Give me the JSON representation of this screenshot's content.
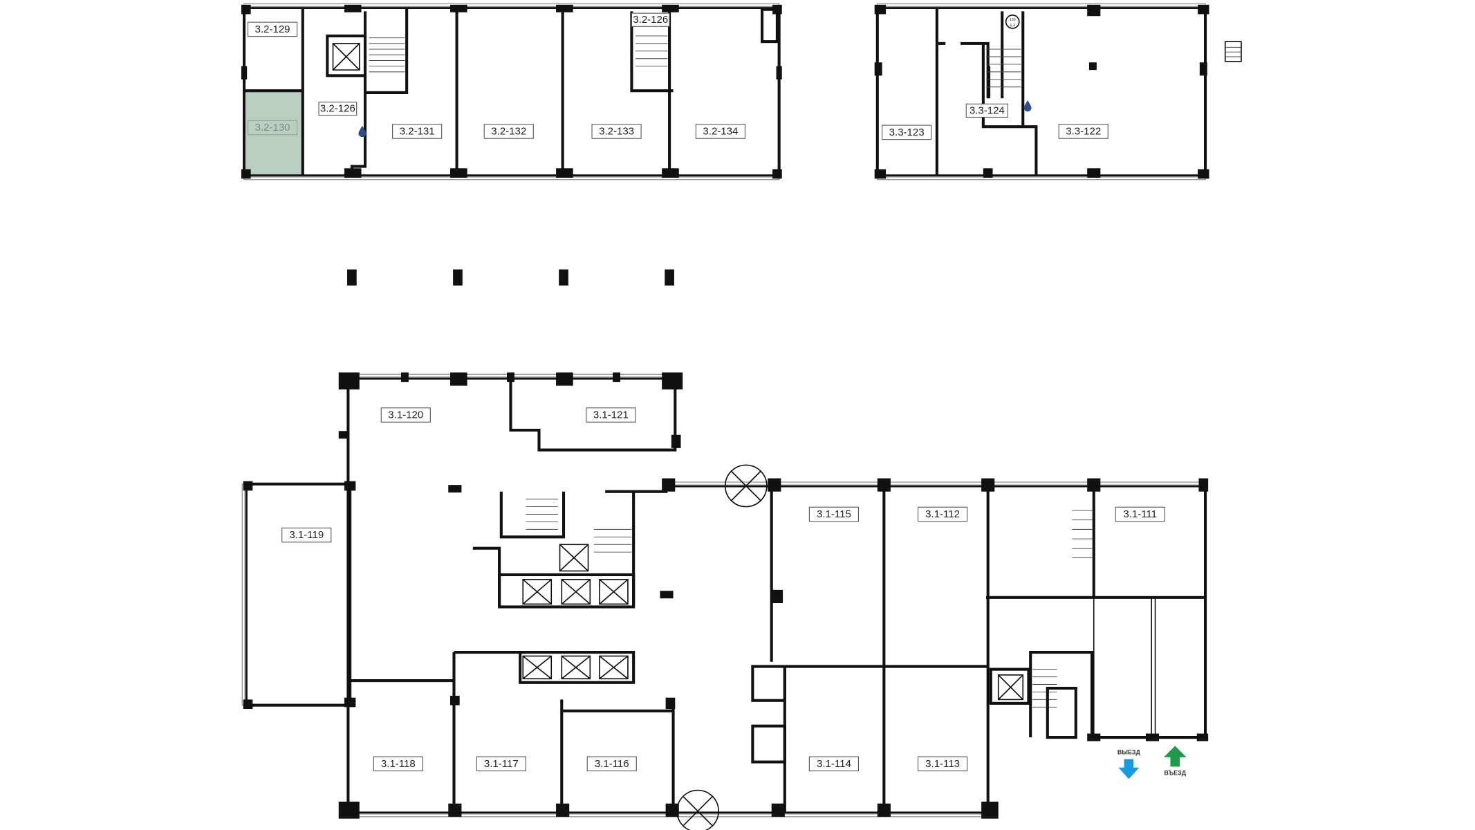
{
  "floor_plan": {
    "colors": {
      "selected_unit": "#b9cfc2",
      "exit_arrow": "#1a9be0",
      "entry_arrow": "#1e9a48",
      "wall": "#111111",
      "water_icon": "#2b4f8a"
    },
    "selected_unit": "3.2-130",
    "block_3_2": {
      "units": [
        "3.2-129",
        "3.2-130",
        "3.2-126",
        "3.2-126",
        "3.2-131",
        "3.2-132",
        "3.2-133",
        "3.2-134"
      ]
    },
    "block_3_3": {
      "units": [
        "3.3-123",
        "3.3-124",
        "3.3-122"
      ],
      "meter_label": {
        "line1": "135",
        "line2": "6.4"
      }
    },
    "block_3_1": {
      "units": [
        "3.1-120",
        "3.1-121",
        "3.1-119",
        "3.1-115",
        "3.1-112",
        "3.1-111",
        "3.1-118",
        "3.1-117",
        "3.1-116",
        "3.1-114",
        "3.1-113"
      ]
    },
    "parking": {
      "exit_label": "ВЫЕЗД",
      "entry_label": "ВЪЕЗД"
    }
  }
}
